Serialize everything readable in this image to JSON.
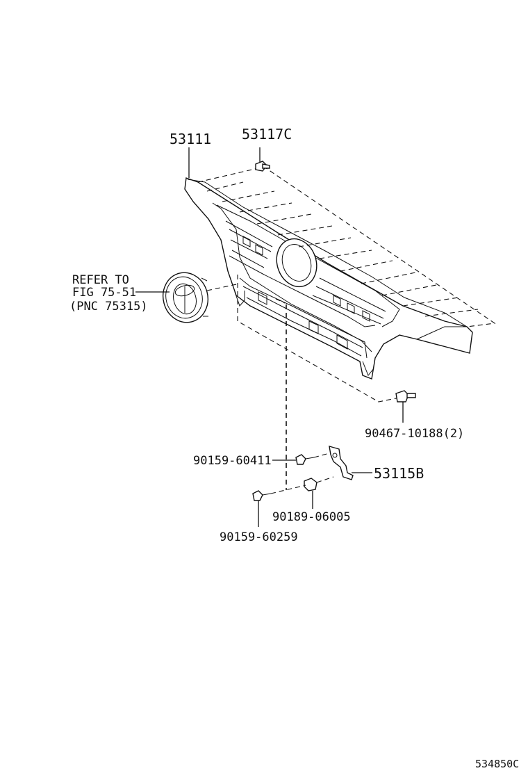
{
  "callouts": {
    "grille": "53111",
    "clip_top": "53117C",
    "refer_line1": "REFER TO",
    "refer_line2": "FIG 75-51",
    "refer_line3": "(PNC 75315)",
    "clip_bottom": "90467-10188(2)",
    "bolt_upper": "90159-60411",
    "bracket": "53115B",
    "nut": "90189-06005",
    "bolt_lower": "90159-60259"
  },
  "figure_code": "534850C"
}
